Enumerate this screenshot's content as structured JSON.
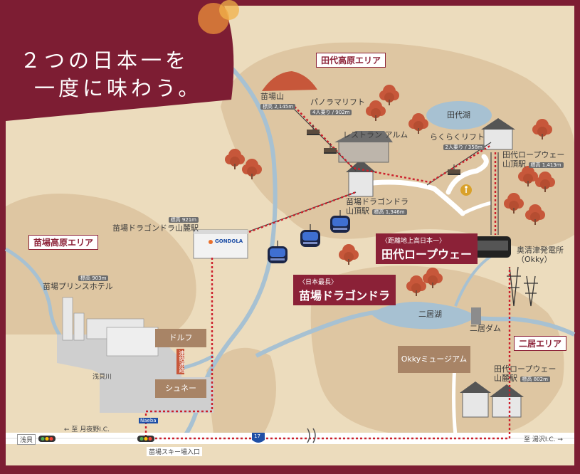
{
  "headline": {
    "line1": "２つの日本一を",
    "line2": "一度に味わう。"
  },
  "areas": {
    "tashiro_kogen": "田代高原エリア",
    "naeba_kogen": "苗場高原エリア",
    "futai": "二居エリア"
  },
  "places": {
    "naeba_san": "苗場山",
    "naeba_san_elev": "標高 2,145m",
    "panorama_lift": "パノラマリフト",
    "panorama_lift_spec": "4人乗り / 902m",
    "restaurant": "レストラン アルム",
    "tashiro_ko": "田代湖",
    "rakuraku_lift": "らくらくリフト",
    "rakuraku_lift_spec": "2人乗り / 358m",
    "tashiro_rw_top": "田代ロープウェー",
    "tashiro_rw_top2": "山頂駅",
    "tashiro_rw_top_elev": "標高 1,413m",
    "gondola_top": "苗場ドラゴンドラ",
    "gondola_top2": "山頂駅",
    "gondola_top_elev": "標高 1,346m",
    "gondola_base_elev": "標高 921m",
    "gondola_base": "苗場ドラゴンドラ山麓駅",
    "gondola_sign": "GONDOLA",
    "prince_elev": "標高 903m",
    "prince_hotel": "苗場プリンスホテル",
    "okutsu": "奥清津発電所",
    "okutsu2": "（Okky）",
    "futai_ko": "二居湖",
    "futai_dam": "二居ダム",
    "okky_museum": "Okkyミュージアム",
    "tashiro_rw_base": "田代ロープウェー",
    "tashiro_rw_base2": "山麓駅",
    "tashiro_rw_base_elev": "標高 802m",
    "dolf": "ドルフ",
    "shune": "シュネー",
    "renraku": "連絡通路",
    "asakai_river": "浅貝川",
    "naeba_sign": "Naeba",
    "route_number": "17"
  },
  "callouts": {
    "rw_small": "〈距離地上高日本一〉",
    "rw_big": "田代ロープウェー",
    "gondola_small": "〈日本最長〉",
    "gondola_big": "苗場ドラゴンドラ"
  },
  "roads": {
    "to_tsukiyono": "← 至 月夜野I.C.",
    "to_yuzawa": "至 湯沢I.C. →",
    "asakai": "浅貝",
    "ski_entrance": "苗場スキー場入口"
  },
  "colors": {
    "frame": "#7d1d33",
    "accent": "#8b2137",
    "land": "#ecdcbd",
    "mountain": "#dec6a2",
    "water": "#a7c1d2",
    "tree": "#c7573a",
    "route": "#cc1f2b"
  }
}
